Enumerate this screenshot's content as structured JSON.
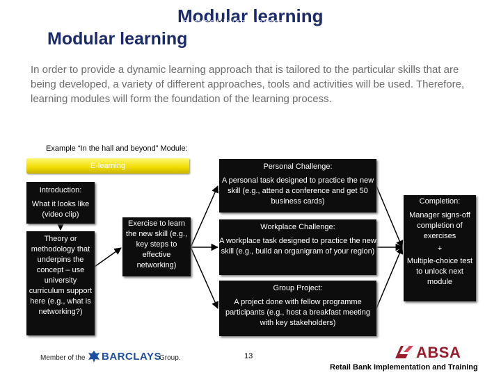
{
  "header": {
    "title_top": "Modular learning",
    "title_overlay": "Ini Leadership Ex Le ming ro learning",
    "title_main": "Modular learning"
  },
  "intro_text": "In order to provide a dynamic learning approach that is tailored to the particular skills that are being developed, a variety of different approaches, tools and activities will be used. Therefore, learning modules will form the foundation of the learning process.",
  "example_label": "Example “In the hall and beyond” Module:",
  "elearning_label": "E-learning",
  "boxes": {
    "introduction": {
      "head": "Introduction:",
      "body": "What it looks like (video clip)"
    },
    "theory": {
      "body": "Theory or methodology that underpins the concept – use university curriculum support  here (e.g., what is networking?)"
    },
    "exercise": {
      "body": "Exercise to learn the new skill (e.g., key steps to effective networking)"
    },
    "personal": {
      "head": "Personal Challenge:",
      "body": "A personal task designed to practice the new skill (e.g., attend a conference and get 50 business cards)"
    },
    "workplace": {
      "head": "Workplace Challenge:",
      "body": "A workplace task designed to practice the new skill (e.g., build an organigram of your region)"
    },
    "group": {
      "head": "Group Project:",
      "body": "A project done with fellow programme participants (e.g., host a breakfast meeting with key stakeholders)"
    },
    "completion": {
      "head": "Completion:",
      "line1": "Manager signs-off completion of exercises",
      "plus": "+",
      "line2": "Multiple-choice test to unlock next module"
    }
  },
  "footer": {
    "member_of": "Member of the",
    "barclays": "BARCLAYS",
    "group": "Group.",
    "page_number": "13",
    "absa": "ABSA",
    "right_text": "Retail Bank Implementation and Training"
  },
  "colors": {
    "title": "#1b2a6b",
    "box": "#0d0d0d",
    "elearning": "#f0da00",
    "barclays": "#1c4fa0",
    "absa": "#9b1c2c"
  }
}
